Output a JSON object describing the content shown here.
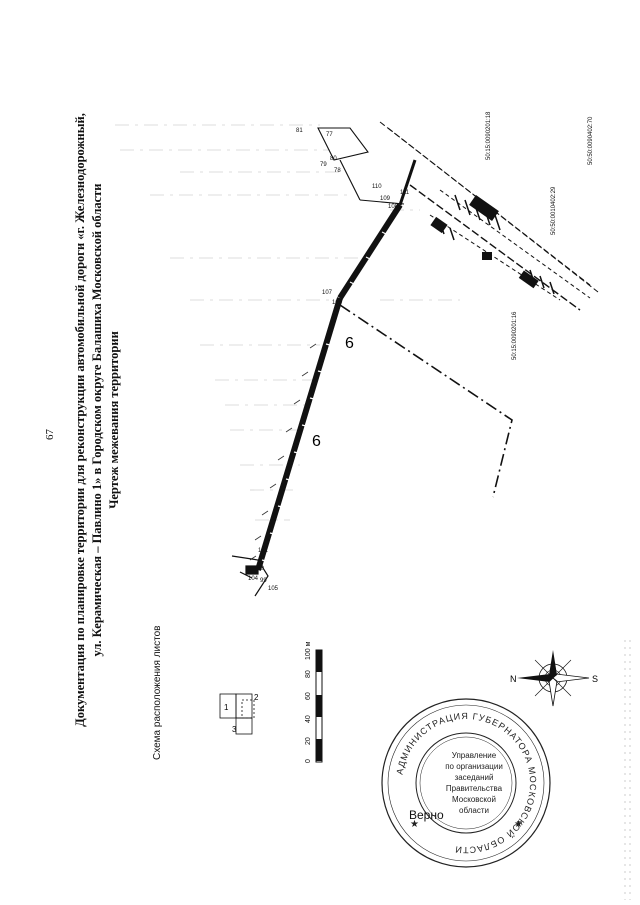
{
  "page": {
    "number": "67"
  },
  "title": {
    "line1": "Документация по планировке территории для реконструкции автомобильной дороги «г. Железнодорожный,",
    "line2": "ул. Керамическая – Павлино 1» в Городском округе Балашиха Московской области",
    "line3": "Чертеж межевания территории"
  },
  "schema": {
    "label": "Схема расположения листов",
    "sheets": [
      "1",
      "2",
      "3"
    ]
  },
  "scale_bar": {
    "ticks": [
      "0",
      "20",
      "40",
      "60",
      "80",
      "100 м"
    ]
  },
  "compass": {
    "north": "N",
    "south": "S"
  },
  "parcels": {
    "cadastral": [
      "50:15:0090201:16",
      "50:15:0090201:18",
      "50:50:0010402:29",
      "50:50:0090402:70"
    ],
    "zone_labels": [
      "6",
      "6"
    ]
  },
  "points": [
    "81",
    "77",
    "78",
    "79",
    "80",
    "110",
    "109",
    "108",
    "107",
    "106",
    "101",
    "100",
    "99",
    "105",
    "104",
    "111"
  ],
  "stamp": {
    "ring": "АДМИНИСТРАЦИЯ ГУБЕРНАТОРА МОСКОВСКОЙ ОБЛАСТИ",
    "center": [
      "Управление",
      "по организации",
      "заседаний",
      "Правительства",
      "Московской",
      "области"
    ]
  },
  "verno": "Верно",
  "colors": {
    "ink": "#111111",
    "hatch": "#333333",
    "grid": "#bdbdbd"
  }
}
